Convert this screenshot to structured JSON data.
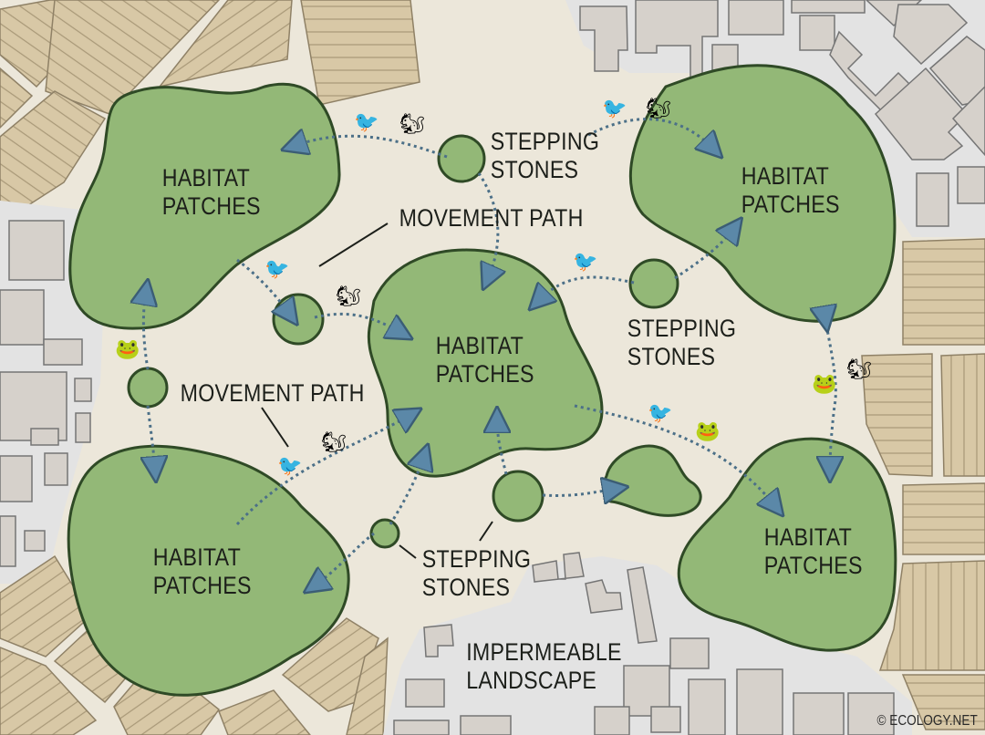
{
  "diagram": {
    "type": "landscape-connectivity-map",
    "colors": {
      "background_matrix": "#ece7da",
      "habitat_fill": "#93b877",
      "habitat_outline": "#2f4a26",
      "farmland": "#d8c8a6",
      "farmland_lines": "#a89877",
      "urban_ground": "#e3e3e3",
      "building": "#d6d1cb",
      "building_outline": "#757575",
      "movement_path": "#4c7088",
      "arrowhead": "#5b88a8"
    },
    "habitat_patches": [
      {
        "id": "top-left",
        "label": [
          "HABITAT",
          "PATCHES"
        ]
      },
      {
        "id": "top-right",
        "label": [
          "HABITAT",
          "PATCHES"
        ]
      },
      {
        "id": "center",
        "label": [
          "HABITAT",
          "PATCHES"
        ]
      },
      {
        "id": "bottom-left",
        "label": [
          "HABITAT",
          "PATCHES"
        ]
      },
      {
        "id": "bottom-right",
        "label": [
          "HABITAT",
          "PATCHES"
        ]
      }
    ],
    "labels": {
      "stepping_stones_top": [
        "STEPPING",
        "STONES"
      ],
      "stepping_stones_right": [
        "STEPPING",
        "STONES"
      ],
      "stepping_stones_bottom": [
        "STEPPING",
        "STONES"
      ],
      "movement_path_top": "MOVEMENT PATH",
      "movement_path_left": "MOVEMENT PATH",
      "impermeable": [
        "IMPERMEABLE",
        "LANDSCAPE"
      ]
    },
    "animals": {
      "bird": "🐦",
      "squirrel": "🐿",
      "frog": "🐸"
    },
    "copyright": "© ECOLOGY.NET"
  }
}
